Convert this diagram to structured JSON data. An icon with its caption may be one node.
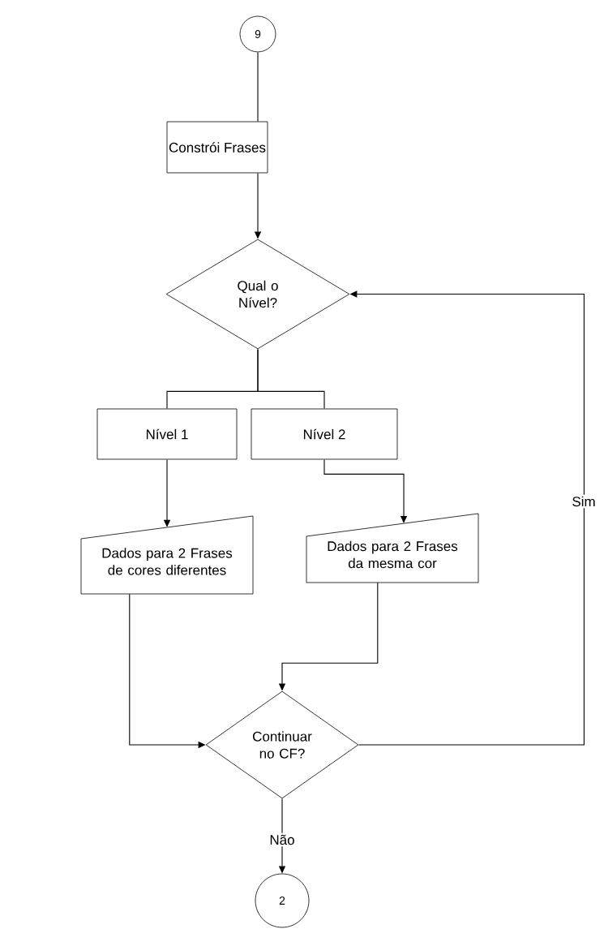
{
  "diagram": {
    "nodes": [
      {
        "text": [
          "9"
        ]
      },
      {
        "text": [
          "Constrói Frases"
        ]
      },
      {
        "text": [
          "Qual o Nível?"
        ]
      },
      {
        "text": [
          "Nível 1"
        ]
      },
      {
        "text": [
          "Nível 2"
        ]
      },
      {
        "text": [
          "Dados para 2 Frases de cores diferentes"
        ]
      },
      {
        "text": [
          "Dados para 2 Frases da mesma cor"
        ]
      },
      {
        "text": [
          "Continuar no CF?"
        ]
      },
      {
        "text": [
          "2"
        ]
      }
    ],
    "edges": [
      {
        "from": 0,
        "to": 1,
        "arrow": "none"
      },
      {
        "from": 1,
        "to": 2,
        "arrow": "to"
      },
      {
        "from": 2,
        "to": 3,
        "arrow": "none"
      },
      {
        "from": 2,
        "to": 4,
        "arrow": "none"
      },
      {
        "from": 3,
        "to": 5,
        "arrow": "to"
      },
      {
        "from": 4,
        "to": 6,
        "arrow": "to"
      },
      {
        "from": 5,
        "to": 7,
        "arrow": "to"
      },
      {
        "from": 6,
        "to": 7,
        "arrow": "to"
      },
      {
        "from": 7,
        "to": 2,
        "arrow": "to",
        "label": "Sim"
      },
      {
        "from": 7,
        "to": 8,
        "arrow": "to",
        "label": "Não"
      }
    ]
  }
}
